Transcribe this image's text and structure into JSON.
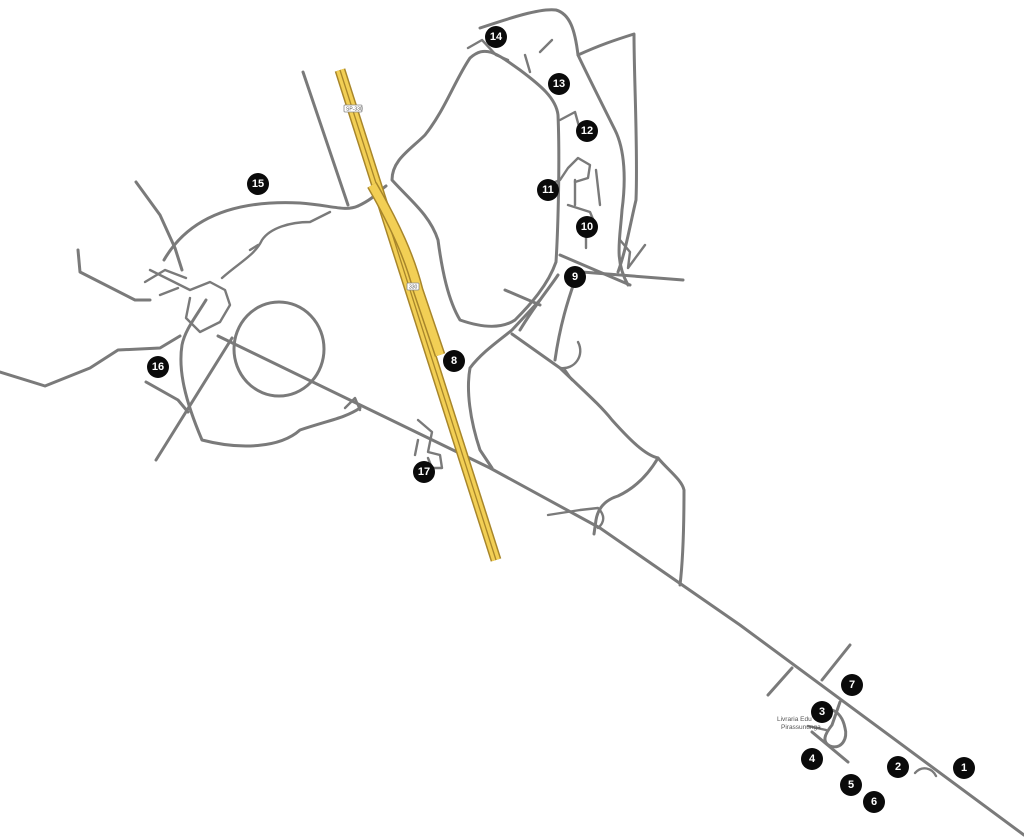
{
  "map": {
    "road_shields": [
      {
        "id": "sp330-north",
        "label": "SP-330"
      },
      {
        "id": "sp330-mid",
        "label": "330"
      }
    ],
    "poi": {
      "line1": "Livraria Edu",
      "line2": "Pirassununga"
    },
    "markers": [
      {
        "label": "1"
      },
      {
        "label": "2"
      },
      {
        "label": "3"
      },
      {
        "label": "4"
      },
      {
        "label": "5"
      },
      {
        "label": "6"
      },
      {
        "label": "7"
      },
      {
        "label": "8"
      },
      {
        "label": "9"
      },
      {
        "label": "10"
      },
      {
        "label": "11"
      },
      {
        "label": "12"
      },
      {
        "label": "13"
      },
      {
        "label": "14"
      },
      {
        "label": "15"
      },
      {
        "label": "16"
      },
      {
        "label": "17"
      }
    ],
    "colors": {
      "background": "#ffffff",
      "road": "#7a7a7a",
      "highway": "#f2cf55",
      "marker": "#0a0a0a"
    }
  }
}
